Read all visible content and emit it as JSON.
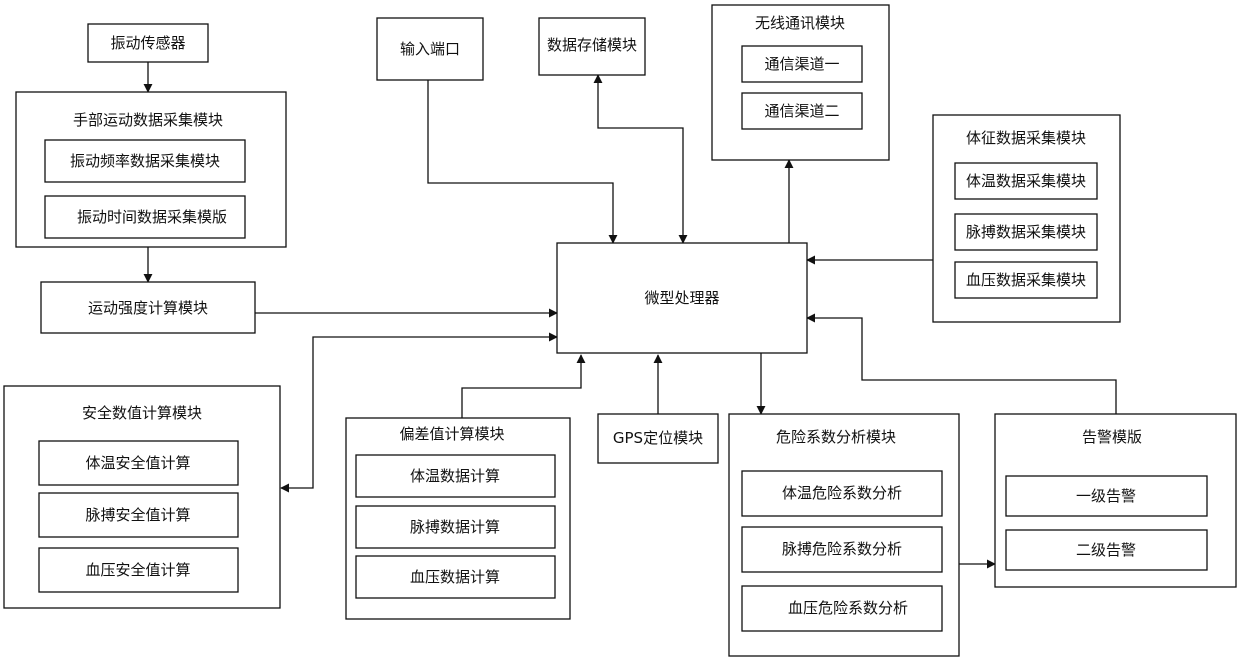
{
  "diagram": {
    "vibration_sensor": "振动传感器",
    "hand_motion_module": {
      "title": "手部运动数据采集模块",
      "items": [
        "振动频率数据采集模块",
        "振动时间数据采集模版"
      ]
    },
    "motion_intensity": "运动强度计算模块",
    "input_port": "输入端口",
    "data_storage": "数据存储模块",
    "wireless_module": {
      "title": "无线通讯模块",
      "items": [
        "通信渠道一",
        "通信渠道二"
      ]
    },
    "vital_signs_module": {
      "title": "体征数据采集模块",
      "items": [
        "体温数据采集模块",
        "脉搏数据采集模块",
        "血压数据采集模块"
      ]
    },
    "microprocessor": "微型处理器",
    "safety_module": {
      "title": "安全数值计算模块",
      "items": [
        "体温安全值计算",
        "脉搏安全值计算",
        "血压安全值计算"
      ]
    },
    "deviation_module": {
      "title": "偏差值计算模块",
      "items": [
        "体温数据计算",
        "脉搏数据计算",
        "血压数据计算"
      ]
    },
    "gps_module": "GPS定位模块",
    "risk_module": {
      "title": "危险系数分析模块",
      "items": [
        "体温危险系数分析",
        "脉搏危险系数分析",
        "血压危险系数分析"
      ]
    },
    "alarm_module": {
      "title": "告警模版",
      "items": [
        "一级告警",
        "二级告警"
      ]
    }
  }
}
